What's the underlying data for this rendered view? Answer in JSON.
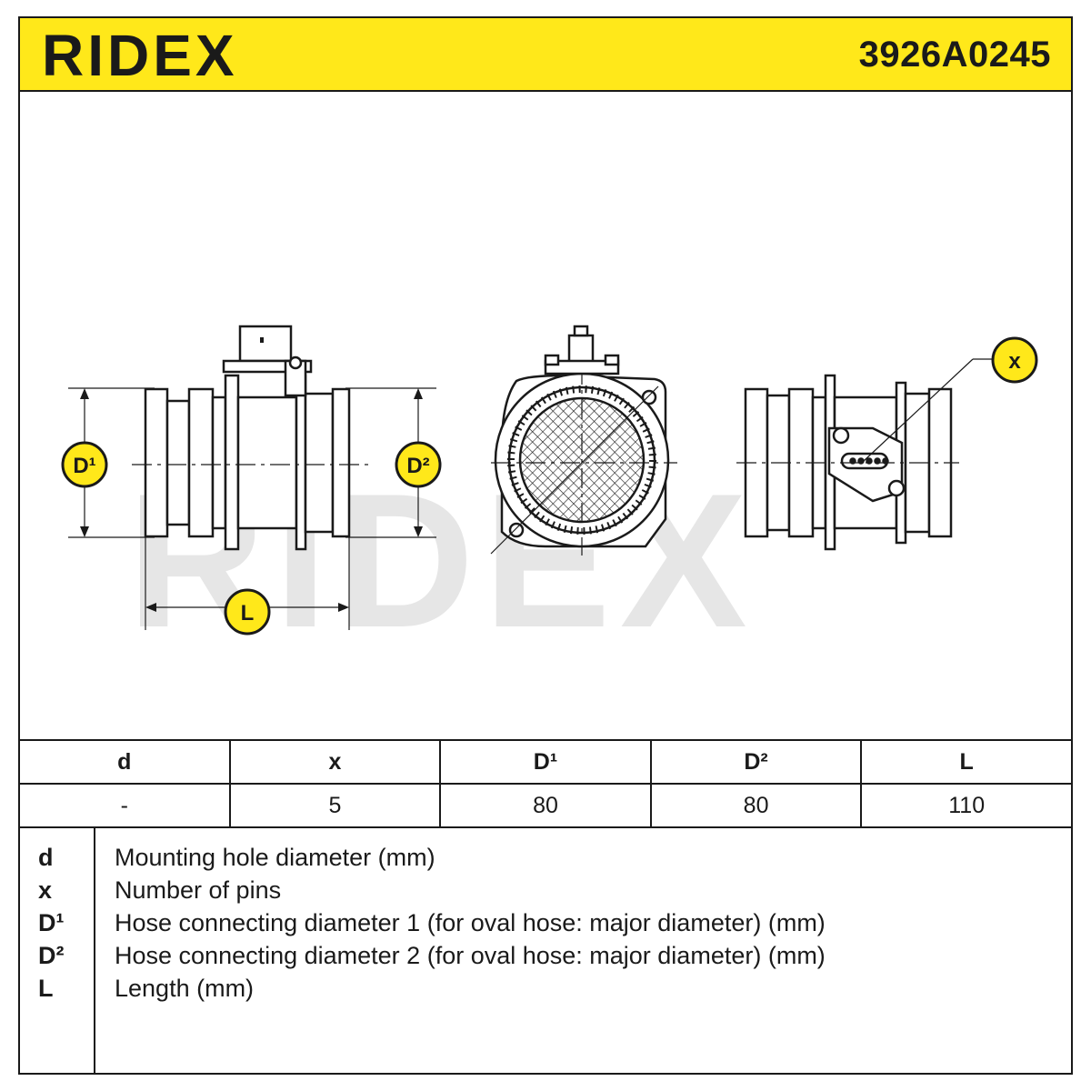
{
  "header": {
    "brand": "RIDEX",
    "part_number": "3926A0245",
    "background_color": "#ffe81a"
  },
  "drawing": {
    "watermark": "RIDEX",
    "labels": {
      "d1": "D¹",
      "d2": "D²",
      "length": "L",
      "pins": "x"
    },
    "badge_color": "#ffe81a"
  },
  "specs": {
    "headers": [
      "d",
      "x",
      "D¹",
      "D²",
      "L"
    ],
    "values": [
      "-",
      "5",
      "80",
      "80",
      "110"
    ]
  },
  "legend": [
    {
      "key": "d",
      "text": "Mounting hole diameter (mm)"
    },
    {
      "key": "x",
      "text": "Number of pins"
    },
    {
      "key": "D¹",
      "text": "Hose connecting diameter 1 (for oval hose: major diameter) (mm)"
    },
    {
      "key": "D²",
      "text": "Hose connecting diameter 2 (for oval hose: major diameter) (mm)"
    },
    {
      "key": "L",
      "text": "Length (mm)"
    }
  ]
}
